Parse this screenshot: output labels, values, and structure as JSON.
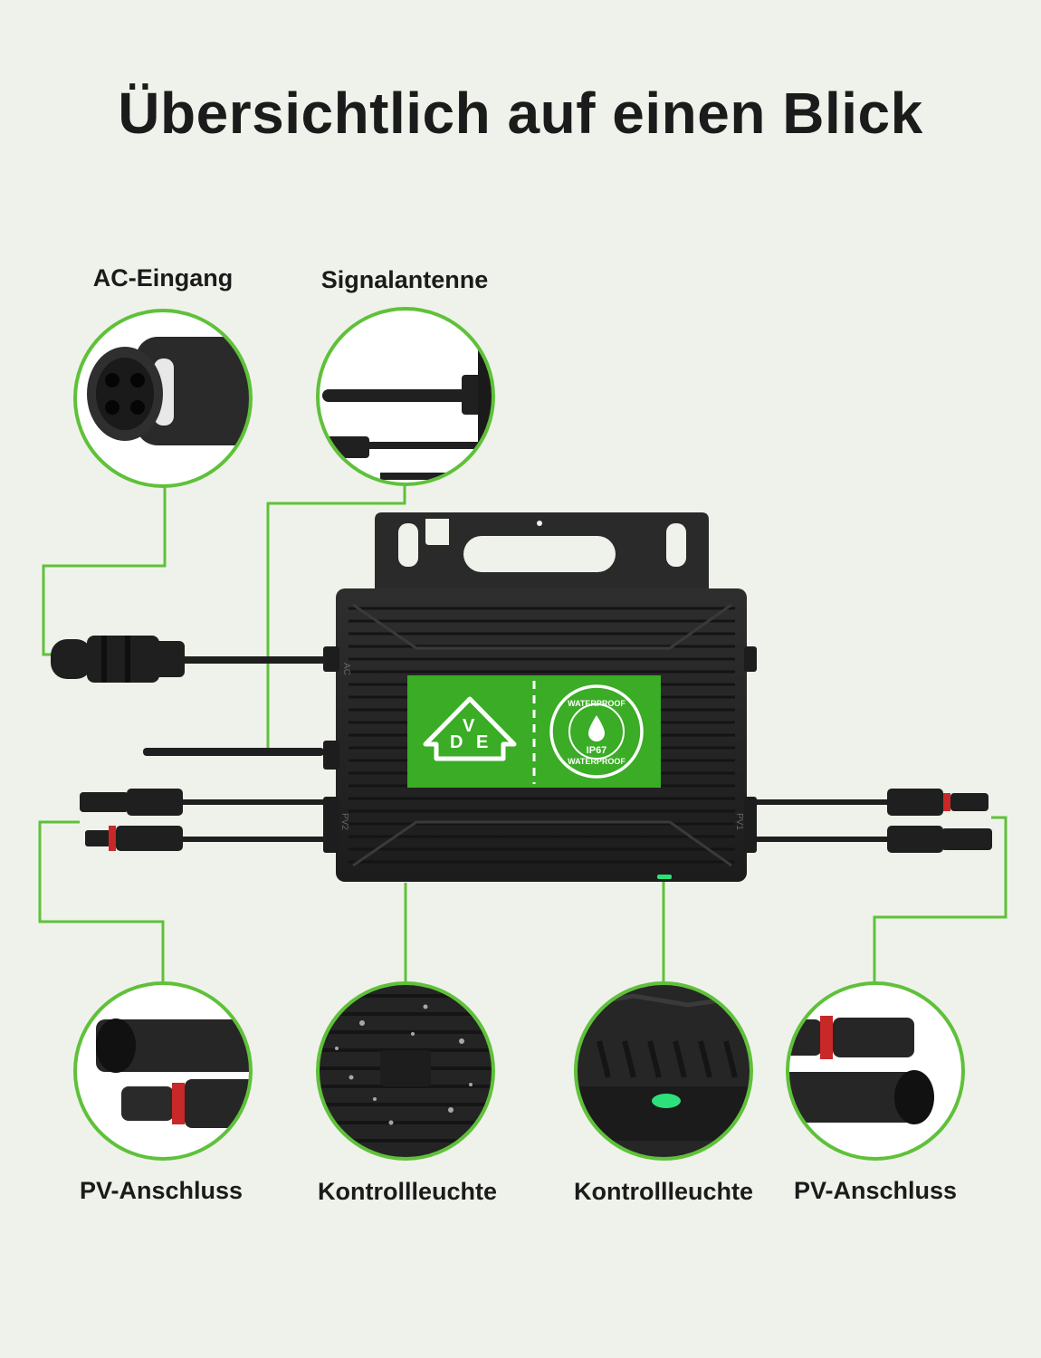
{
  "headline": "Übersichtlich auf einen Blick",
  "features": {
    "ac_input": "AC-Eingang",
    "antenna": "Signalantenne",
    "pv_left": "PV-Anschluss",
    "indicator_left": "Kontrollleuchte",
    "indicator_right": "Kontrollleuchte",
    "pv_right": "PV-Anschluss"
  },
  "device": {
    "port_ac": "AC",
    "port_pv1": "PV1",
    "port_pv2": "PV2"
  },
  "badges": {
    "cert_letters": [
      "D",
      "V",
      "E"
    ],
    "waterproof_top": "WATERPROOF",
    "waterproof_bottom": "WATERPROOF",
    "ip_rating": "IP67"
  },
  "colors": {
    "accent_green": "#5fc13a",
    "badge_green": "#3aac25",
    "background": "#eff2ea",
    "device_black": "#232323",
    "indicator_led": "#2de07a"
  }
}
